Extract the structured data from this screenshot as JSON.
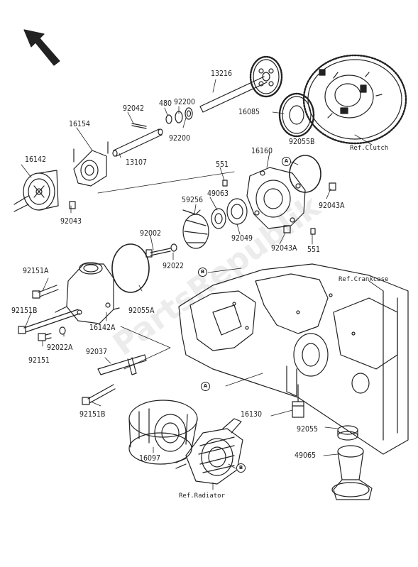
{
  "parts": {
    "p13216": "13216",
    "p92200a": "92200",
    "p480": "480",
    "p92042": "92042",
    "p16154": "16154",
    "p16085": "16085",
    "p92200b": "92200",
    "p13107": "13107",
    "p16142": "16142",
    "p92055B": "92055B",
    "p16160": "16160",
    "p551a": "551",
    "p49063": "49063",
    "p59256": "59256",
    "p92043": "92043",
    "p92043Aa": "92043A",
    "p92049": "92049",
    "p92002": "92002",
    "p92043Ab": "92043A",
    "p551b": "551",
    "p92022": "92022",
    "p92151A": "92151A",
    "p92151B_a": "92151B",
    "p16142A": "16142A",
    "p92055A": "92055A",
    "p92022A": "92022A",
    "p92151": "92151",
    "p92037": "92037",
    "p92151B_b": "92151B",
    "p16130": "16130",
    "p92055": "92055",
    "p49065": "49065",
    "p16097": "16097"
  },
  "refs": {
    "clutch": "Ref.Clutch",
    "crankcase": "Ref.Crankcase",
    "radiator": "Ref.Radiator"
  },
  "markers": {
    "a": "A",
    "b": "B"
  },
  "watermark": "PartsRepublik"
}
